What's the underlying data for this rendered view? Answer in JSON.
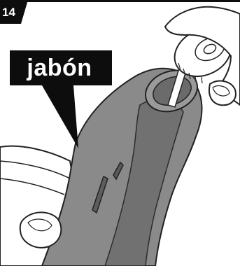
{
  "step": {
    "number": "14"
  },
  "callout": {
    "label": "jabón"
  },
  "colors": {
    "black": "#0d0d0d",
    "device_body": "#8a8a8a",
    "device_shadow": "#6f6f6f",
    "skin": "#ffffff",
    "line": "#222222"
  },
  "icons": {
    "step_badge": "step-badge-shape",
    "callout": "speech-bubble-callout"
  }
}
